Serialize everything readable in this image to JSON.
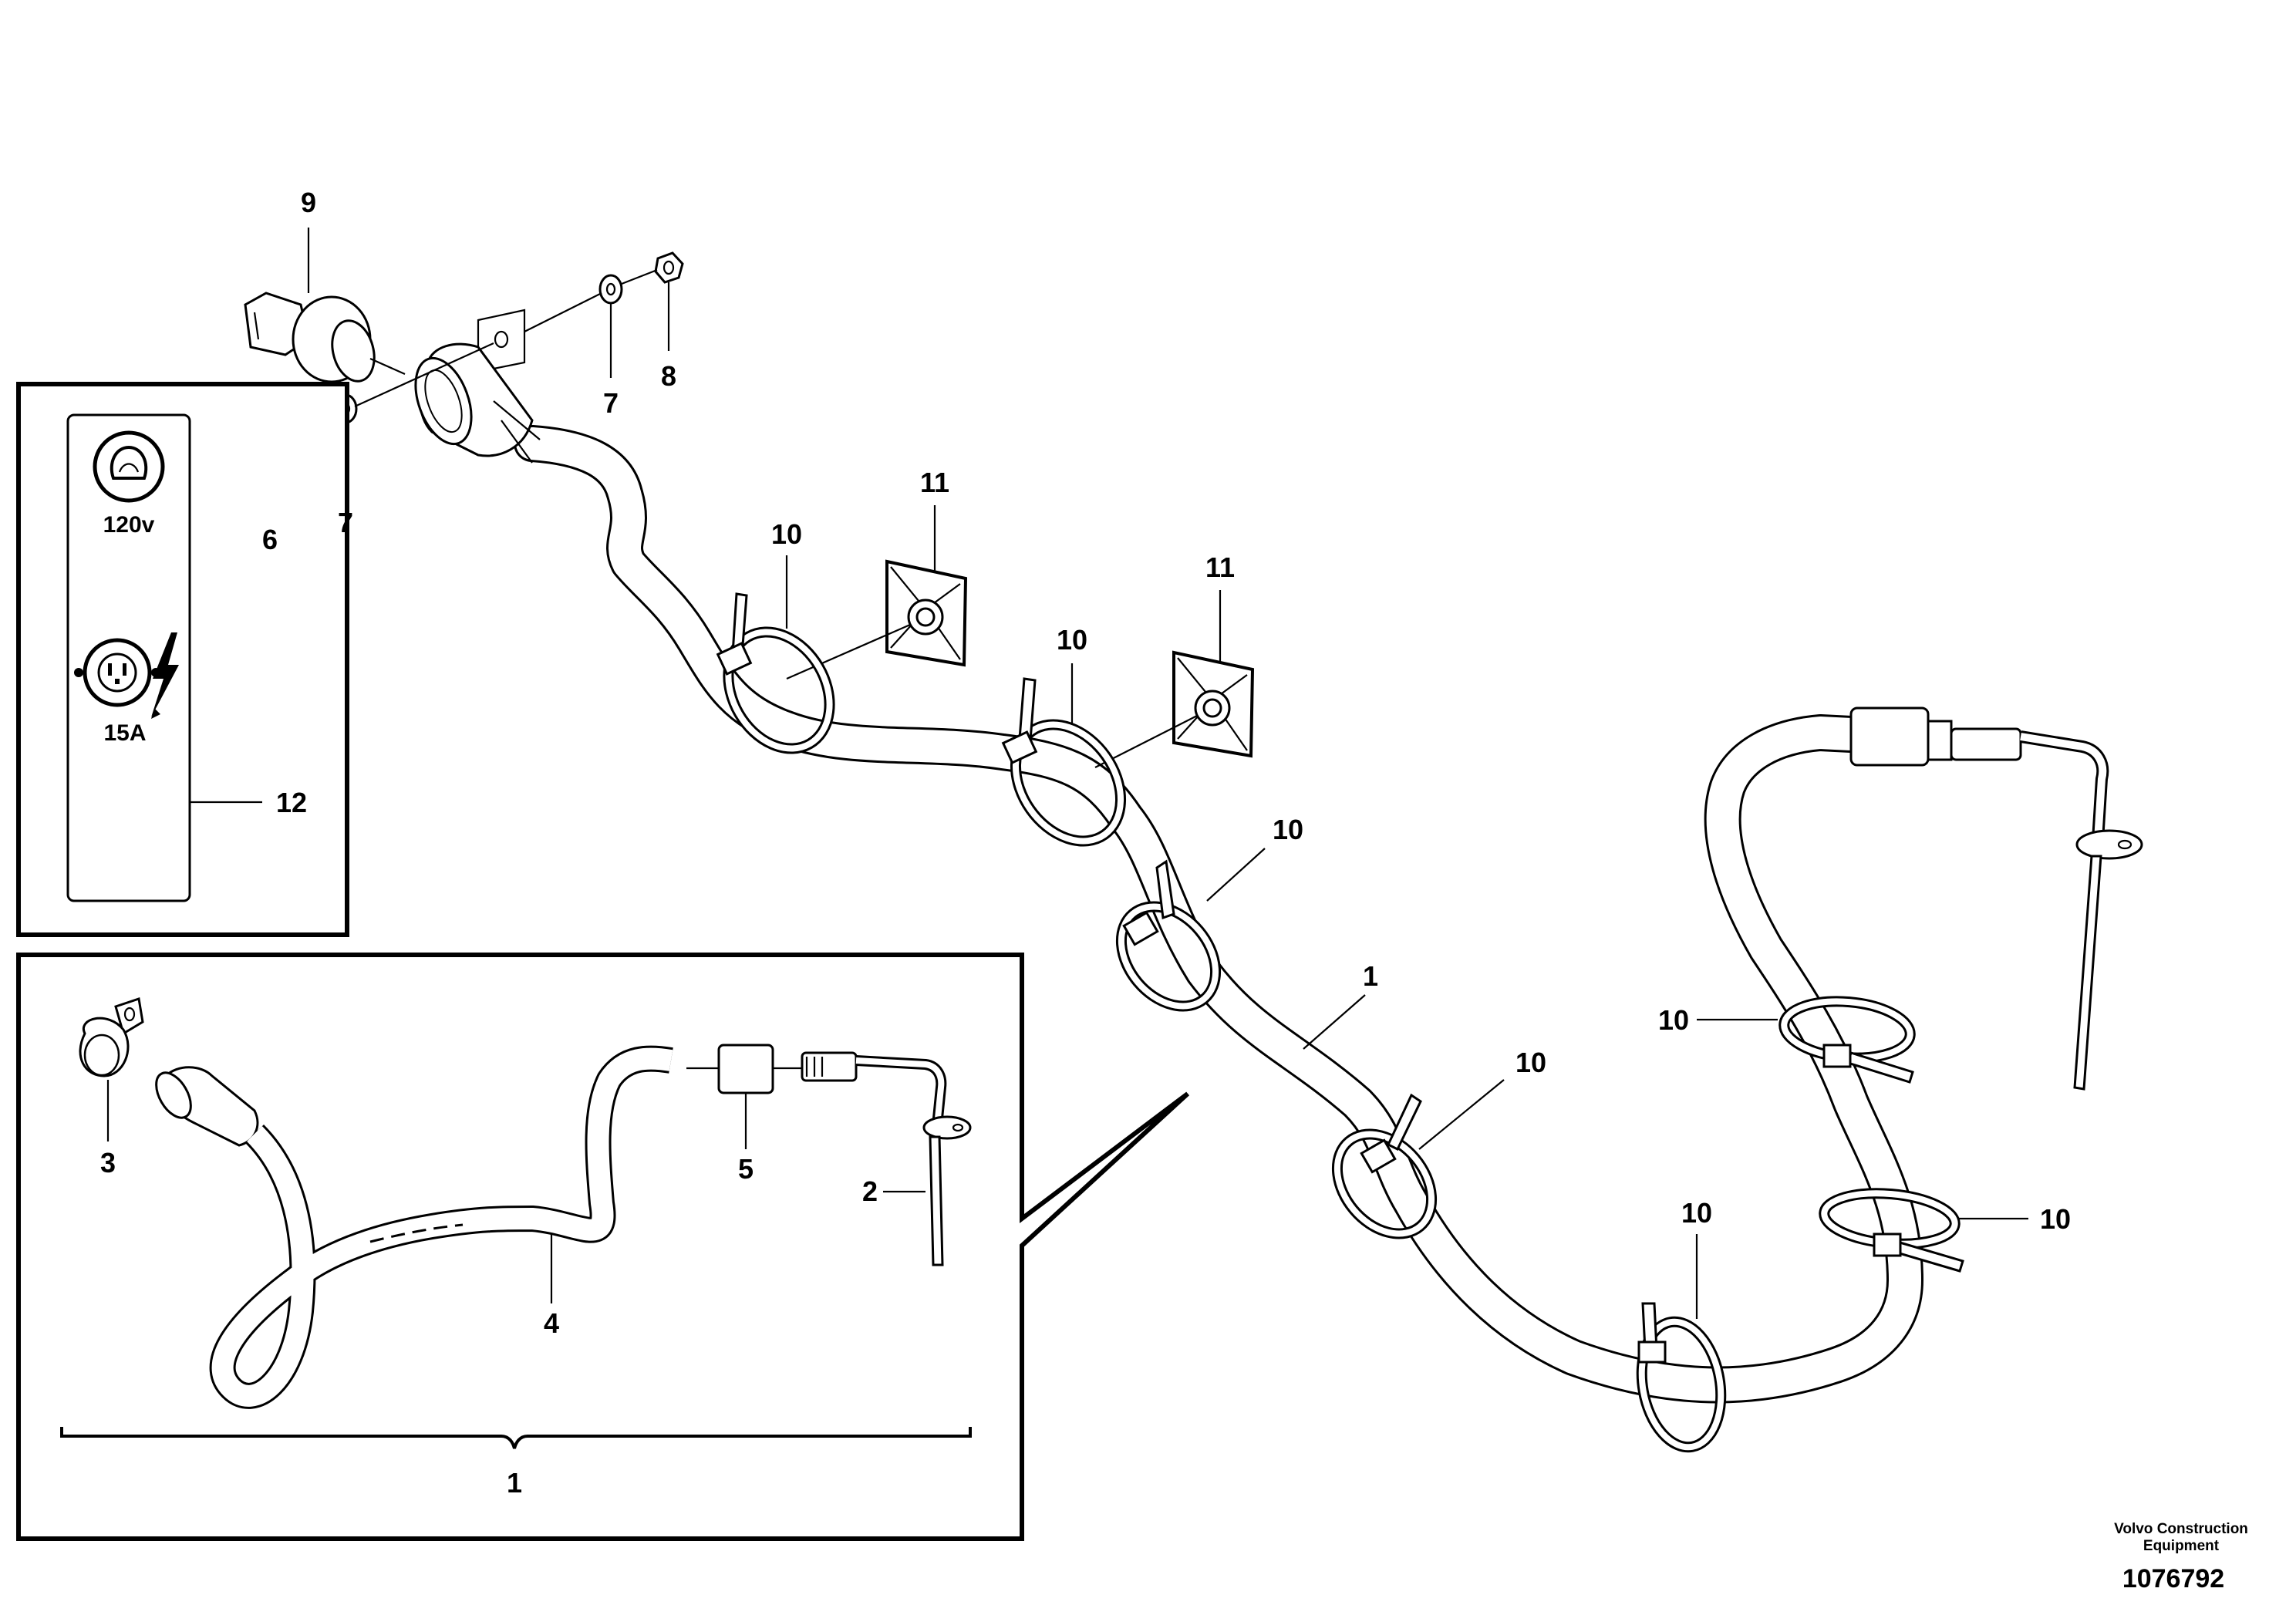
{
  "callouts": {
    "c9": "9",
    "c8": "8",
    "c7a": "7",
    "c7b": "7",
    "c6": "6",
    "c11a": "11",
    "c11b": "11",
    "c10a": "10",
    "c10b": "10",
    "c10c": "10",
    "c10d": "10",
    "c10e": "10",
    "c10f": "10",
    "c10g": "10",
    "c1a": "1",
    "c12": "12",
    "c3": "3",
    "c5": "5",
    "c2": "2",
    "c4": "4",
    "c1b": "1"
  },
  "decal": {
    "voltage": "120v",
    "amperage": "15A",
    "icons": [
      "lamp-icon",
      "outlet-icon",
      "lightning-bolt-icon"
    ]
  },
  "footer": {
    "company_line1": "Volvo Construction",
    "company_line2": "Equipment",
    "drawing_number": "1076792"
  }
}
